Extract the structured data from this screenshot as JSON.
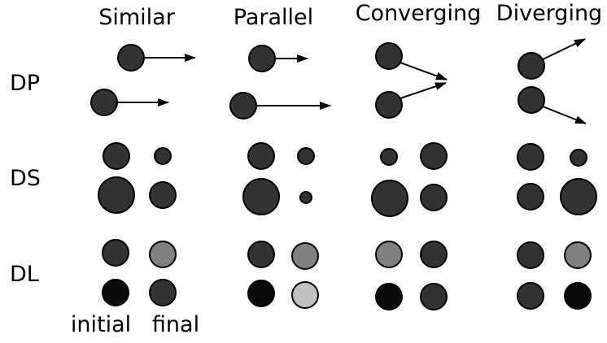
{
  "columns": [
    {
      "key": "similar",
      "label": "Similar"
    },
    {
      "key": "parallel",
      "label": "Parallel"
    },
    {
      "key": "converging",
      "label": "Converging"
    },
    {
      "key": "diverging",
      "label": "Diverging"
    }
  ],
  "rows": [
    {
      "key": "dp",
      "label": "DP"
    },
    {
      "key": "ds",
      "label": "DS"
    },
    {
      "key": "dl",
      "label": "DL"
    }
  ],
  "bottom_labels": {
    "initial": "initial",
    "final": "final"
  },
  "colors": {
    "dot_dark": "#333333",
    "dot_black": "#0a0a0a",
    "dot_gray": "#808080",
    "dot_light": "#c0c0c0",
    "outline": "#000000"
  }
}
